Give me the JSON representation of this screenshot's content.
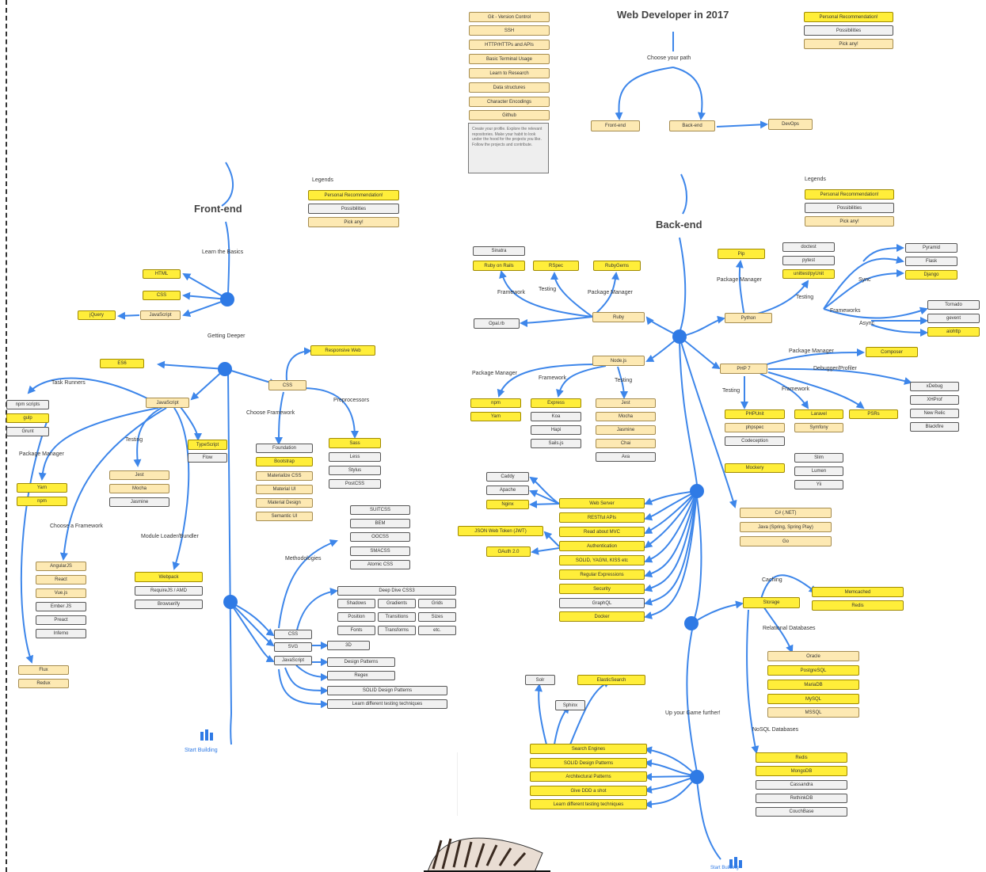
{
  "titles": {
    "main": "Web Developer in 2017",
    "frontend": "Front-end",
    "backend": "Back-end"
  },
  "labels": {
    "choose_path": "Choose your path",
    "learn_basics": "Learn the Basics",
    "getting_deeper": "Getting Deeper",
    "task_runners": "Task Runners",
    "package_manager_fe": "Package Manager",
    "testing_fe": "Testing",
    "choose_framework_fe": "Choose a Framework",
    "module_loader": "Module Loader/Bundler",
    "choose_framework_css": "Choose Framework",
    "preprocessors": "Preprocessors",
    "methodologies": "Methodologies",
    "start_building_fe": "Start Building",
    "legends_fe": "Legends",
    "legends_be": "Legends",
    "ruby_framework": "Framework",
    "ruby_testing": "Testing",
    "ruby_package_manager": "Package Manager",
    "python_package_manager": "Package Manager",
    "python_testing": "Testing",
    "python_frameworks": "Frameworks",
    "python_sync": "Sync",
    "python_async": "Async",
    "node_package_manager": "Package Manager",
    "node_framework": "Framework",
    "node_testing": "Testing",
    "php_package_manager": "Package Manager",
    "php_debugger": "Debugger/Profiler",
    "php_testing": "Testing",
    "php_framework": "Framework",
    "caching": "Caching",
    "relational_db": "Relational Databases",
    "nosql_db": "NoSQL Databases",
    "up_your_game": "Up your Game further!",
    "start_building_be": "Start Building"
  },
  "legend": [
    {
      "text": "Personal Recommendation!",
      "kind": "yellow"
    },
    {
      "text": "Possibilities",
      "kind": "gray"
    },
    {
      "text": "Pick any!",
      "kind": "tan"
    }
  ],
  "top_prereq": [
    "Git - Version Control",
    "SSH",
    "HTTP/HTTPs and APIs",
    "Basic Terminal Usage",
    "Learn to Research",
    "Data structures",
    "Character Encodings",
    "Github"
  ],
  "top_note": "Create your profile. Explore the relevant repositories. Make your habit to look under the hood for the projects you like. Follow the projects and contribute.",
  "path_nodes": {
    "frontend": "Front-end",
    "backend": "Back-end",
    "devops": "DevOps"
  },
  "fe": {
    "basics": [
      "HTML",
      "CSS",
      "JavaScript"
    ],
    "jquery": "jQuery",
    "es6": "ES6",
    "javascript": "JavaScript",
    "typescript": "TypeScript",
    "flow": "Flow",
    "task_runners": [
      "npm scripts",
      "gulp",
      "Grunt"
    ],
    "package_managers": [
      "Yarn",
      "npm"
    ],
    "testing": [
      "Jest",
      "Mocha",
      "Jasmine"
    ],
    "frameworks": [
      "AngularJS",
      "React",
      "Vue.js",
      "Ember JS",
      "Preact",
      "Inferno"
    ],
    "state": [
      "Flux",
      "Redux"
    ],
    "bundlers": [
      "Webpack",
      "RequireJS / AMD",
      "Browserify"
    ],
    "css": "CSS",
    "responsive": "Responsive Web",
    "css_frameworks": [
      "Foundation",
      "Bootstrap",
      "Materialize CSS",
      "Material UI",
      "Material Design",
      "Semantic UI"
    ],
    "preprocessors": [
      "Sass",
      "Less",
      "Stylus",
      "PostCSS"
    ],
    "methodologies": [
      "OOCSS",
      "BEM",
      "SMACSS",
      "Atomic CSS",
      "SUITCSS"
    ],
    "deep_stack": [
      "CSS",
      "SVG",
      "JavaScript"
    ],
    "css_details": [
      "Deep Dive CSS3",
      "Shadows",
      "Gradients",
      "Grids",
      "Position",
      "Transitions",
      "Sizes",
      "Fonts",
      "Transforms",
      "etc."
    ],
    "canvas": "3D",
    "js_details": [
      "Design Patterns",
      "Regex",
      "SOLID Design Patterns",
      "Learn different testing techniques"
    ]
  },
  "be": {
    "ruby": "Ruby",
    "ruby_frameworks": [
      "Sinatra",
      "Ruby on Rails"
    ],
    "ruby_testing": "RSpec",
    "ruby_package": "RubyGems",
    "ruby_opal": "Opal.rb",
    "python": "Python",
    "python_package": "Pip",
    "python_testing": [
      "doctest",
      "pytest",
      "unittest/pyUnit"
    ],
    "python_sync": [
      "Pyramid",
      "Flask",
      "Django"
    ],
    "python_async": [
      "Tornado",
      "gevent",
      "aiohttp"
    ],
    "node": "Node.js",
    "node_package": [
      "npm",
      "Yarn"
    ],
    "node_framework": [
      "Express",
      "Koa",
      "Hapi",
      "Sails.js"
    ],
    "node_testing": [
      "Jest",
      "Mocha",
      "Jasmine",
      "Chai",
      "Ava"
    ],
    "php": "PHP 7",
    "php_package": "Composer",
    "php_debugger": [
      "xDebug",
      "XHProf",
      "New Relic",
      "Blackfire"
    ],
    "php_testing": [
      "PHPUnit",
      "phpspec",
      "Codeception",
      "Mockery"
    ],
    "php_framework": [
      "Laravel",
      "Symfony",
      "Slim",
      "Lumen",
      "Yii"
    ],
    "php_psr": "PSRs",
    "dotnet": [
      "C# (.NET)",
      "Java (Spring, Spring Play)",
      "Go"
    ],
    "web_topics": [
      "Web Server",
      "RESTful APIs",
      "Read about MVC",
      "Authentication",
      "SOLID, YAGNI, KISS etc",
      "Regular Expressions",
      "Security",
      "GraphQL",
      "Docker"
    ],
    "servers": [
      "Caddy",
      "Apache",
      "Nginx"
    ],
    "auth": [
      "JSON Web Token (JWT)",
      "OAuth 2.0"
    ],
    "storage": "Storage",
    "caching": [
      "Memcached",
      "Redis"
    ],
    "relational": [
      "Oracle",
      "PostgreSQL",
      "MariaDB",
      "MySQL",
      "MSSQL"
    ],
    "nosql": [
      "Redis",
      "MongoDB",
      "Cassandra",
      "RethinkDB",
      "CouchBase"
    ],
    "search": [
      "Solr",
      "ElasticSearch",
      "Sphinx"
    ],
    "game": [
      "Search Engines",
      "SOLID Design Patterns",
      "Architectural Patterns",
      "Give DDD a shot",
      "Learn different testing techniques"
    ]
  }
}
